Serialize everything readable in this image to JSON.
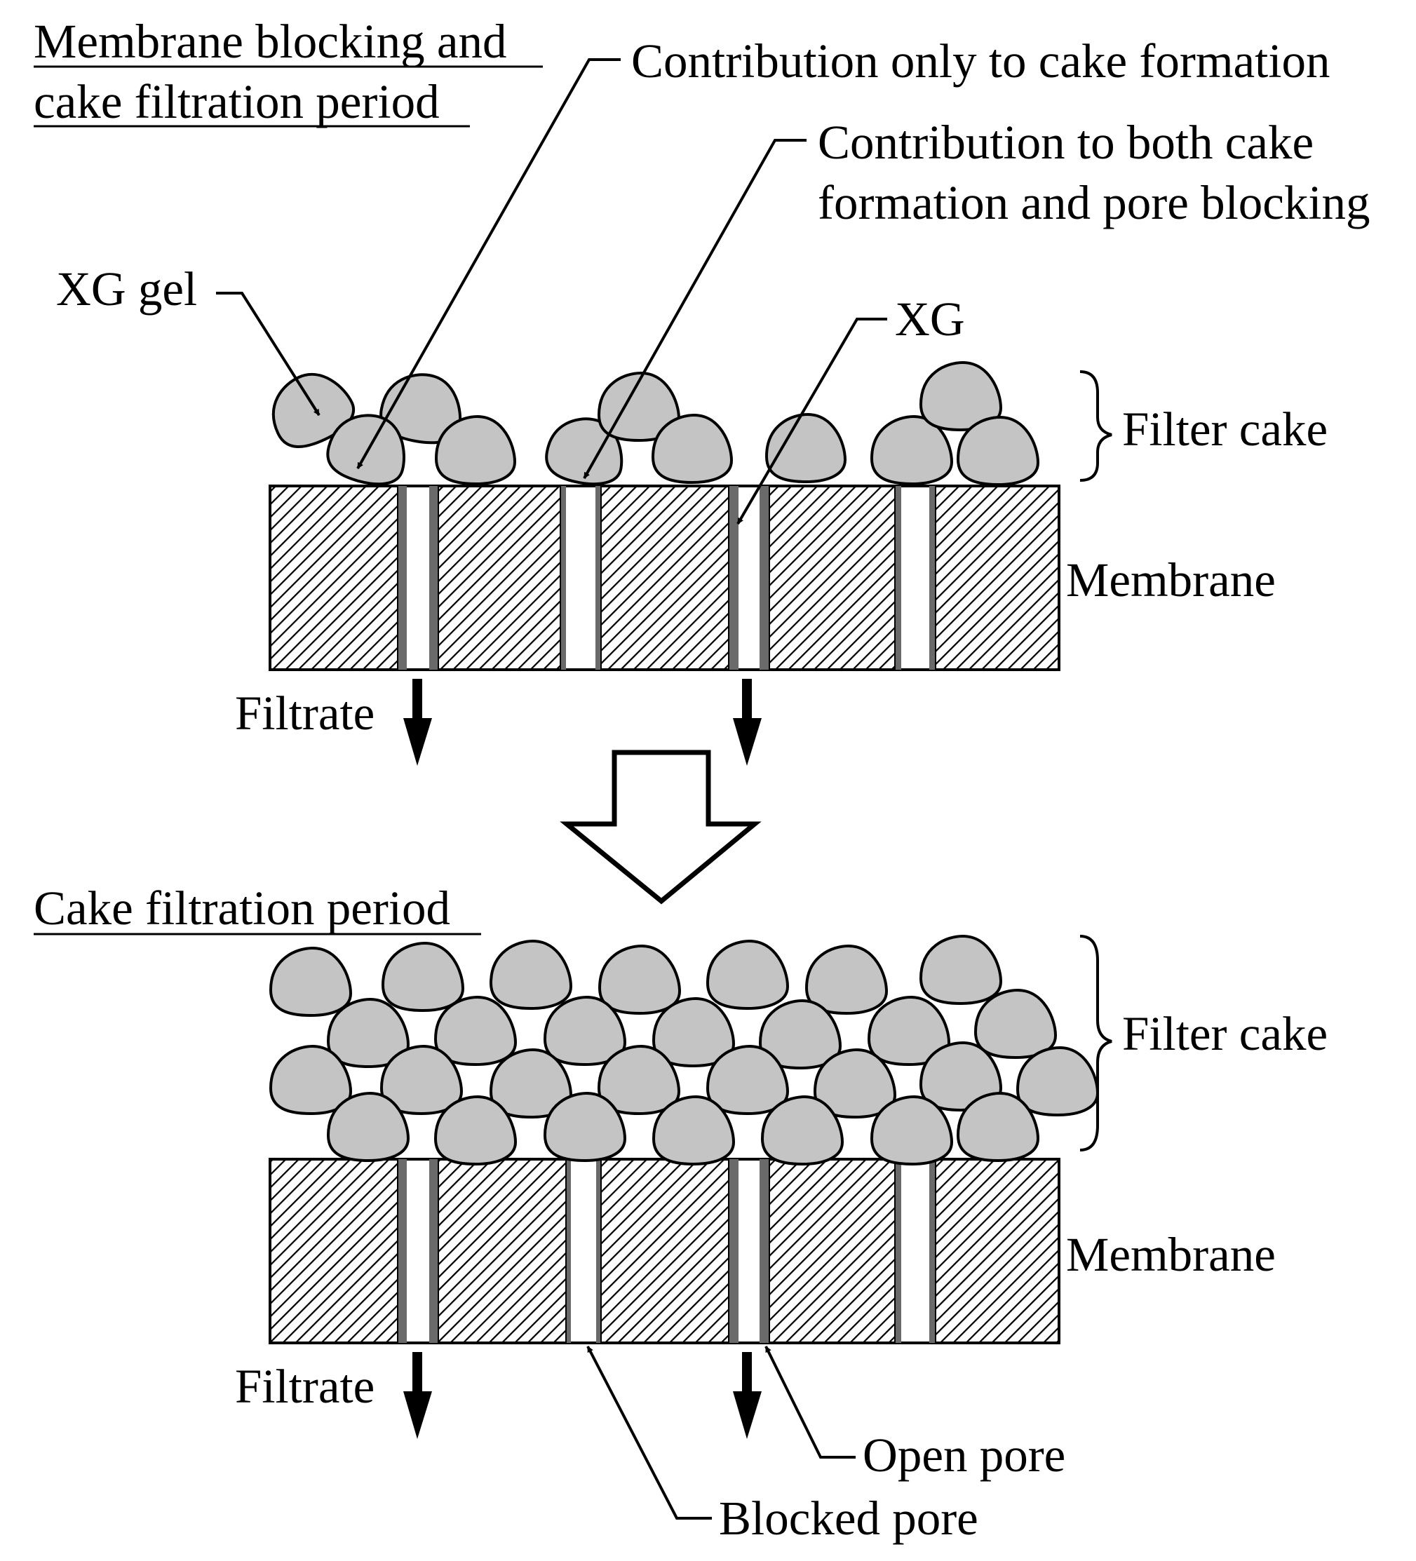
{
  "colors": {
    "gel_fill": "#c4c4c4",
    "deposit": "#6a6a6a",
    "ink": "#000000",
    "background": "#ffffff"
  },
  "top_panel": {
    "heading_line1": "Membrane blocking and",
    "heading_line2": "cake filtration period",
    "label_cake_only": "Contribution only to cake  formation",
    "label_both_line1": "Contribution to both cake",
    "label_both_line2": "formation and pore blocking",
    "label_xg_gel": "XG gel",
    "label_xg": "XG",
    "label_filter_cake": "Filter cake",
    "label_membrane": "Membrane",
    "label_filtrate": "Filtrate"
  },
  "bottom_panel": {
    "heading": "Cake filtration period",
    "label_filter_cake": "Filter cake",
    "label_membrane": "Membrane",
    "label_filtrate": "Filtrate",
    "label_open_pore": "Open pore",
    "label_blocked_pore": "Blocked pore"
  }
}
